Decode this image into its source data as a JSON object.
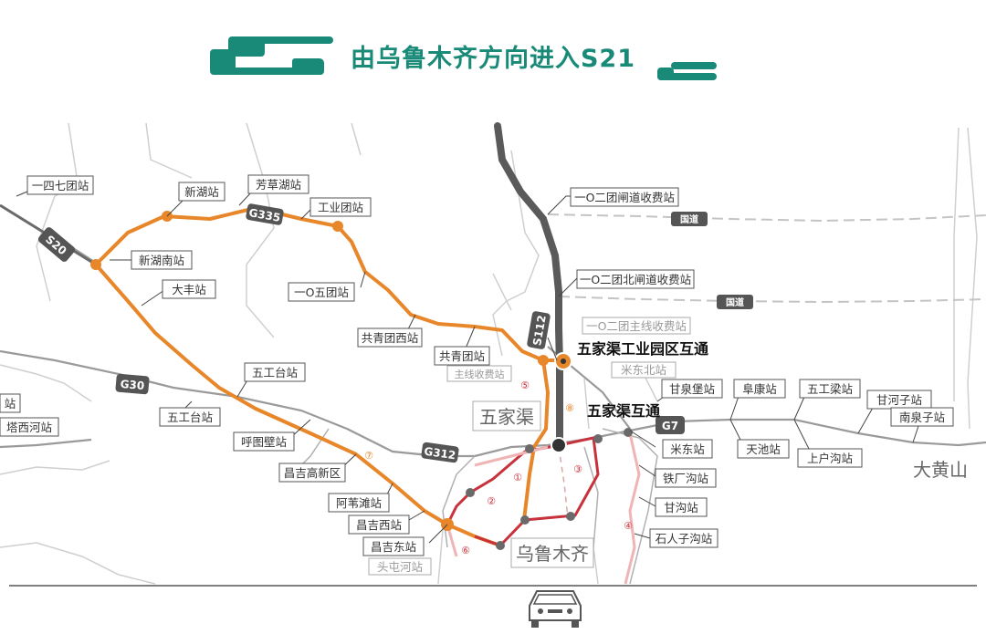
{
  "title": "由乌鲁木齐方向进入S21",
  "colors": {
    "accent": "#1a8a78",
    "orange_route": "#e8862a",
    "red_route": "#c8323c",
    "pink_route": "#f0b4b4",
    "s21_road": "#555555"
  },
  "highway_shields": {
    "s20": "S20",
    "g335": "G335",
    "g30": "G30",
    "g312": "G312",
    "s112": "S112",
    "g7": "G7",
    "dash1": "国道",
    "dash2": "国道"
  },
  "interchanges": {
    "wujiaqu_industrial": "五家渠工业园区互通",
    "wujiaqu": "五家渠互通"
  },
  "toll_stations": {
    "t102_lane": "一O二团闸道收费站",
    "t102_north": "一O二团北闸道收费站",
    "t102_main": "一O二团主线收费站",
    "main_line": "主线收费站"
  },
  "cities": {
    "wujiaqu": "五家渠",
    "urumqi": "乌鲁木齐",
    "dahuangshan": "大黄山"
  },
  "stations": {
    "s147": "一四七团站",
    "xinhu": "新湖站",
    "fangcaohu": "芳草湖站",
    "gongyetuan": "工业团站",
    "xinhunan": "新湖南站",
    "dafeng": "大丰站",
    "s105": "一O五团站",
    "gongqingtuanxi": "共青团西站",
    "gongqingtuan": "共青团站",
    "wugongtai1": "五工台站",
    "wugongtai2": "五工台站",
    "hutubi": "呼图壁站",
    "changjigaoxin": "昌吉高新区",
    "aweitan": "阿苇滩站",
    "changjixi": "昌吉西站",
    "changjidong": "昌吉东站",
    "toutunhe": "头屯河站",
    "tuo": "塔西河站",
    "zhan": "站",
    "midongbei": "米东北站",
    "ganquanpu": "甘泉堡站",
    "fukang": "阜康站",
    "wugongliang": "五工梁站",
    "ganhezi": "甘河子站",
    "nanquanzi": "南泉子站",
    "tianchi": "天池站",
    "shanghugou": "上户沟站",
    "midong": "米东站",
    "tiechanggou": "铁厂沟站",
    "gangou": "甘沟站",
    "shirenzigou": "石人子沟站"
  },
  "route_numbers": [
    "①",
    "②",
    "③",
    "④",
    "⑤",
    "⑥",
    "⑦",
    "⑧"
  ]
}
